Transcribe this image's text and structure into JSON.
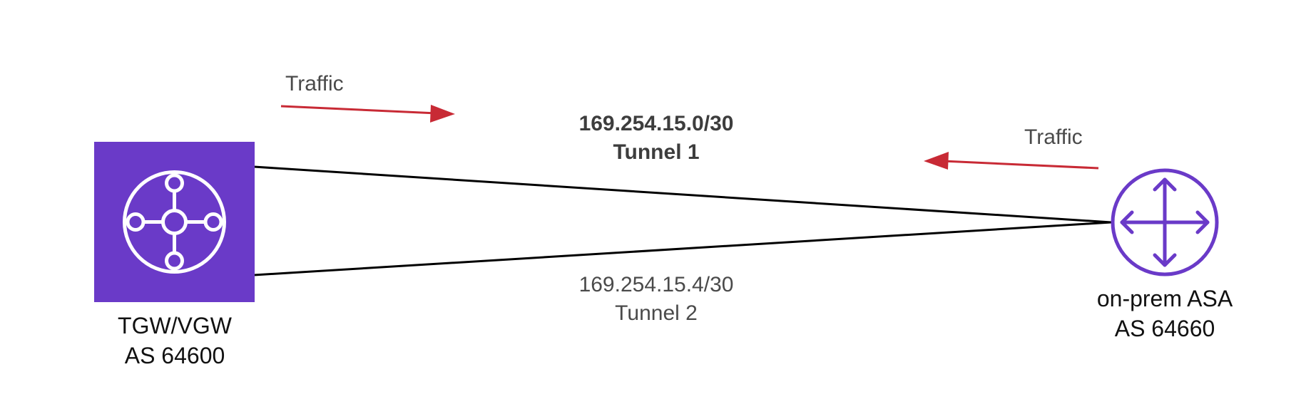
{
  "colors": {
    "tgw_fill": "#6a3ac8",
    "router_stroke": "#6a3ac8",
    "traffic_arrow": "#c82a35",
    "tunnel_line": "#000000"
  },
  "nodes": {
    "tgw": {
      "icon": "transit-gateway-icon",
      "name": "TGW/VGW",
      "asn": "AS 64600"
    },
    "asa": {
      "icon": "router-icon",
      "name": "on-prem ASA",
      "asn": "AS 64660"
    }
  },
  "tunnels": [
    {
      "cidr": "169.254.15.0/30",
      "name": "Tunnel 1",
      "emphasis": "bold"
    },
    {
      "cidr": "169.254.15.4/30",
      "name": "Tunnel 2",
      "emphasis": "normal"
    }
  ],
  "traffic": {
    "left": {
      "label": "Traffic",
      "direction": "right"
    },
    "right": {
      "label": "Traffic",
      "direction": "left"
    }
  }
}
